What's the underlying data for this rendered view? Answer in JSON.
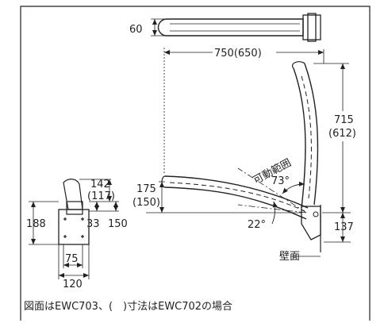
{
  "dimensions": {
    "depth_60": "60",
    "length_750": "750(650)",
    "height_715": "715",
    "height_612": "(612)",
    "arm_175": "175",
    "arm_150": "(150)",
    "plate_142": "142",
    "plate_117": "(117)",
    "plate_188": "188",
    "plate_33": "33",
    "plate_150": "150",
    "plate_75": "75",
    "plate_120": "120",
    "floor_137": "137"
  },
  "angles": {
    "range_label": "可動範囲",
    "range_value": "73°",
    "down_angle": "22°"
  },
  "labels": {
    "wall": "壁面"
  },
  "caption": "図面はEWC703、(　)寸法はEWC702の場合"
}
